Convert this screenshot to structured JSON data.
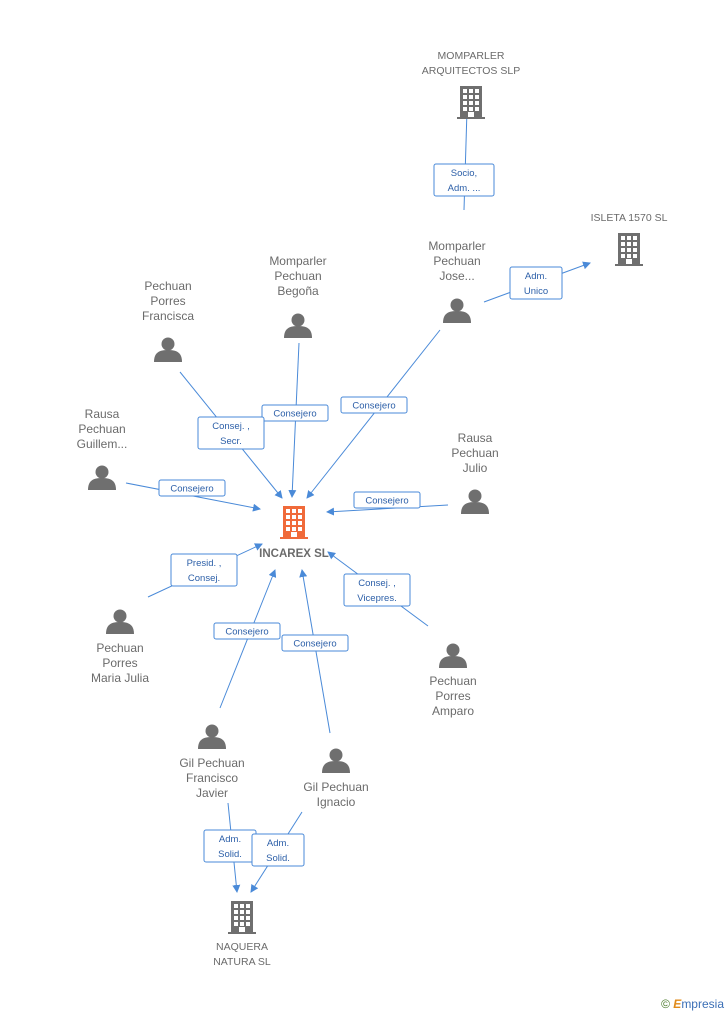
{
  "main": {
    "name": "INCAREX SL",
    "color": "#f06a3a"
  },
  "companies": [
    {
      "id": "momparler-arq",
      "lines": [
        "MOMPARLER",
        "ARQUITECTOS SLP"
      ]
    },
    {
      "id": "isleta",
      "lines": [
        "ISLETA 1570 SL"
      ]
    },
    {
      "id": "naquera",
      "lines": [
        "NAQUERA",
        "NATURA SL"
      ]
    }
  ],
  "persons": [
    {
      "id": "momparler-jose",
      "lines": [
        "Momparler",
        "Pechuan",
        "Jose..."
      ]
    },
    {
      "id": "momparler-begona",
      "lines": [
        "Momparler",
        "Pechuan",
        "Begoña"
      ]
    },
    {
      "id": "pechuan-francisca",
      "lines": [
        "Pechuan",
        "Porres",
        "Francisca"
      ]
    },
    {
      "id": "rausa-guillem",
      "lines": [
        "Rausa",
        "Pechuan",
        "Guillem..."
      ]
    },
    {
      "id": "rausa-julio",
      "lines": [
        "Rausa",
        "Pechuan",
        "Julio"
      ]
    },
    {
      "id": "pechuan-maria",
      "lines": [
        "Pechuan",
        "Porres",
        "Maria Julia"
      ]
    },
    {
      "id": "pechuan-amparo",
      "lines": [
        "Pechuan",
        "Porres",
        "Amparo"
      ]
    },
    {
      "id": "gil-francisco",
      "lines": [
        "Gil Pechuan",
        "Francisco",
        "Javier"
      ]
    },
    {
      "id": "gil-ignacio",
      "lines": [
        "Gil Pechuan",
        "Ignacio"
      ]
    }
  ],
  "edges": [
    {
      "from": "momparler-jose",
      "to": "momparler-arq",
      "label": [
        "Socio,",
        "Adm. ..."
      ]
    },
    {
      "from": "momparler-jose",
      "to": "isleta",
      "label": [
        "Adm.",
        "Unico"
      ]
    },
    {
      "from": "momparler-jose",
      "to": "main",
      "label": [
        "Consejero"
      ]
    },
    {
      "from": "momparler-begona",
      "to": "main",
      "label": [
        "Consejero"
      ]
    },
    {
      "from": "pechuan-francisca",
      "to": "main",
      "label": [
        "Consej. ,",
        "Secr."
      ]
    },
    {
      "from": "rausa-guillem",
      "to": "main",
      "label": [
        "Consejero"
      ]
    },
    {
      "from": "rausa-julio",
      "to": "main",
      "label": [
        "Consejero"
      ]
    },
    {
      "from": "pechuan-maria",
      "to": "main",
      "label": [
        "Presid. ,",
        "Consej."
      ]
    },
    {
      "from": "pechuan-amparo",
      "to": "main",
      "label": [
        "Consej. ,",
        "Vicepres."
      ]
    },
    {
      "from": "gil-francisco",
      "to": "main",
      "label": [
        "Consejero"
      ]
    },
    {
      "from": "gil-ignacio",
      "to": "main",
      "label": [
        "Consejero"
      ]
    },
    {
      "from": "gil-francisco",
      "to": "naquera",
      "label": [
        "Adm.",
        "Solid."
      ]
    },
    {
      "from": "gil-ignacio",
      "to": "naquera",
      "label": [
        "Adm.",
        "Solid."
      ]
    }
  ],
  "brand": {
    "symbol": "©",
    "initial": "E",
    "rest": "mpresia"
  }
}
